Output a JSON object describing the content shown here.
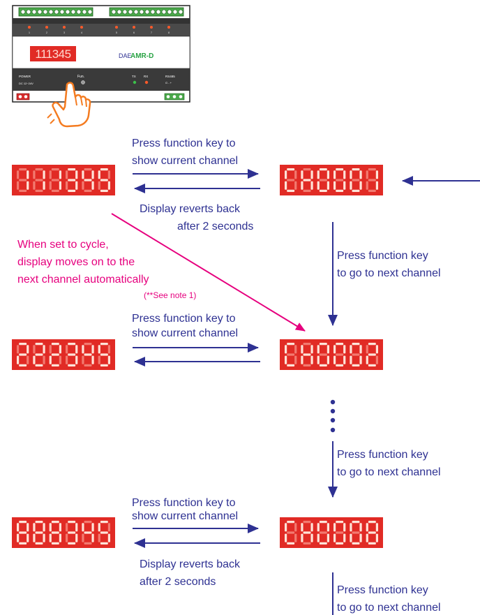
{
  "device": {
    "display_text": "111345",
    "brand": "DAE",
    "model": "AMR-D",
    "power_label": "POWER",
    "voltage_label": "DC 12~24V",
    "fun_label": "Fun.",
    "tx_label": "TX",
    "rx_label": "RX",
    "rs485_label": "RS485",
    "rs485_pins": "G - +",
    "channel_numbers": [
      "1",
      "2",
      "3",
      "4",
      "5",
      "6",
      "7",
      "8"
    ]
  },
  "displays": {
    "reading_1": "111345",
    "channel_1": "CH0001",
    "reading_2": "222345",
    "channel_2": "CH0002",
    "reading_8": "888345",
    "channel_8": "CH0008"
  },
  "labels": {
    "press_show_1a": "Press function key to",
    "press_show_1b": "show current channel",
    "reverts_1a": "Display reverts back",
    "reverts_1b": "after 2 seconds",
    "cycle_1": "When set to cycle,",
    "cycle_2": "display moves on to the",
    "cycle_3": "next channel automatically",
    "cycle_note": "(**See note 1)",
    "next_1a": "Press function key",
    "next_1b": "to go to next channel",
    "press_show_2a": "Press function key to",
    "press_show_2b": "show current channel",
    "next_2a": "Press function key",
    "next_2b": "to go to next channel",
    "press_show_3a": "Press function key to",
    "press_show_3b": "show current channel",
    "reverts_3a": "Display reverts back",
    "reverts_3b": "after 2 seconds",
    "next_3a": "Press function key",
    "next_3b": "to go to next channel"
  },
  "colors": {
    "arrow": "#2e3192",
    "accent": "#e6007e",
    "display_bg": "#e12b25",
    "terminal": "#4aa84a",
    "hand": "#f47b20"
  }
}
